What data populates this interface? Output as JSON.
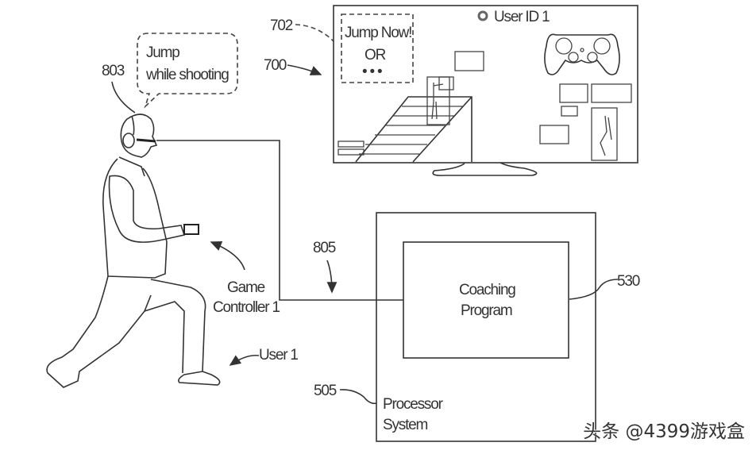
{
  "figure": {
    "speech_bubble": {
      "line1": "Jump",
      "line2": "while shooting"
    },
    "refs": {
      "headset": "803",
      "hint_box": "702",
      "display": "700",
      "connection": "805",
      "coaching_program": "530",
      "processor_system": "505"
    },
    "display_screen": {
      "hint_line1": "Jump Now!",
      "hint_line2": "OR",
      "hint_line3": "• • •",
      "user_id": "User ID 1"
    },
    "labels": {
      "game_controller_line1": "Game",
      "game_controller_line2": "Controller 1",
      "user": "User 1",
      "coaching_line1": "Coaching",
      "coaching_line2": "Program",
      "processor_line1": "Processor",
      "processor_line2": "System"
    }
  },
  "watermark": "头条 @4399游戏盒"
}
